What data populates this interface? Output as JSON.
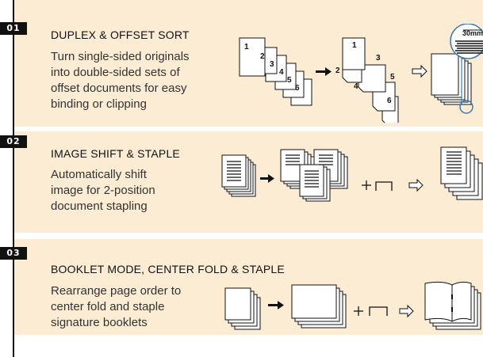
{
  "sections": [
    {
      "number": "01",
      "title": "DUPLEX & OFFSET SORT",
      "lines": [
        "Turn single-sided originals",
        "into double-sided sets of",
        "offset documents for easy",
        "binding or clipping"
      ],
      "page_numbers": [
        "1",
        "2",
        "3",
        "4",
        "5",
        "6"
      ],
      "callout": "30mm"
    },
    {
      "number": "02",
      "title": "IMAGE SHIFT & STAPLE",
      "lines": [
        "Automatically shift",
        "image for 2-position",
        "document stapling"
      ]
    },
    {
      "number": "03",
      "title": "BOOKLET MODE, CENTER FOLD & STAPLE",
      "lines": [
        "Rearrange page order to",
        "center fold and staple",
        "signature booklets"
      ]
    }
  ]
}
